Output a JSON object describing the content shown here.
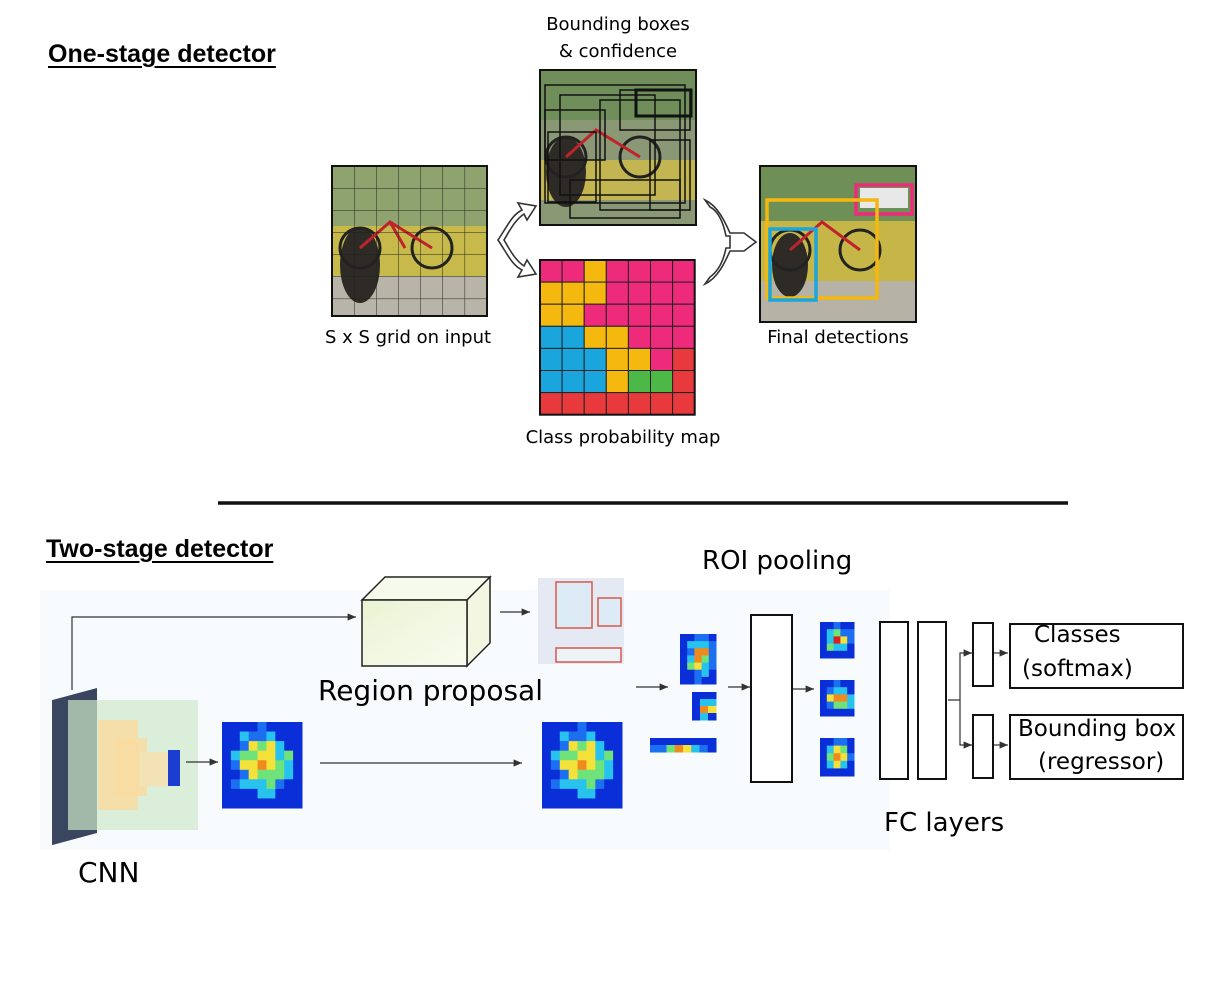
{
  "one_stage": {
    "heading": "One-stage detector",
    "grid_caption": "S x S grid on input",
    "boxes_caption_line1": "Bounding boxes",
    "boxes_caption_line2": "& confidence",
    "probmap_caption": "Class probability map",
    "final_caption": "Final detections"
  },
  "two_stage": {
    "heading": "Two-stage detector",
    "cnn_label": "CNN",
    "region_proposal_label": "Region proposal",
    "roi_pooling_label": "ROI pooling",
    "fc_layers_label": "FC layers",
    "classes_line1": "Classes",
    "classes_line2": "(softmax)",
    "bbox_line1": "Bounding box",
    "bbox_line2": "(regressor)"
  },
  "colors": {
    "magenta": "#ee2a7b",
    "yellow": "#f5b80f",
    "cyan": "#1aa6dd",
    "green": "#4db848",
    "red": "#e8393d",
    "heatmap_blue": "#0a2fd8"
  }
}
